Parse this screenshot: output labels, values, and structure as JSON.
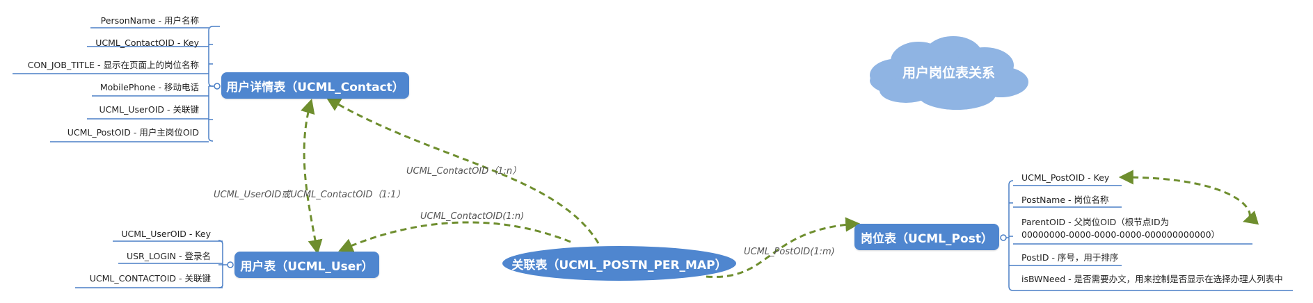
{
  "title": "用户岗位表关系",
  "nodes": {
    "contact": {
      "label": "用户详情表（UCML_Contact）",
      "fields": [
        "PersonName - 用户名称",
        "UCML_ContactOID - Key",
        "CON_JOB_TITLE - 显示在页面上的岗位名称",
        "MobilePhone - 移动电话",
        "UCML_UserOID - 关联键",
        "UCML_PostOID - 用户主岗位OID"
      ]
    },
    "user": {
      "label": "用户表（UCML_User）",
      "fields": [
        "UCML_UserOID - Key",
        "USR_LOGIN - 登录名",
        "UCML_CONTACTOID - 关联键"
      ]
    },
    "map": {
      "label": "关联表（UCML_POSTN_PER_MAP）"
    },
    "post": {
      "label": "岗位表（UCML_Post）",
      "fields": [
        "UCML_PostOID - Key",
        "PostName - 岗位名称",
        "ParentOID - 父岗位OID（根节点ID为",
        "00000000-0000-0000-0000-000000000000）",
        "PostID - 序号，用于排序",
        "isBWNeed - 是否需要办文，用来控制是否显示在选择办理人列表中"
      ]
    }
  },
  "edges": [
    {
      "label": "UCML_UserOID或UCML_ContactOID（1:1）"
    },
    {
      "label": "UCML_ContactOID（1:n）"
    },
    {
      "label": "UCML_ContactOID(1:n)"
    },
    {
      "label": "UCML_PostOID(1:m)"
    }
  ],
  "colors": {
    "node": "#4f86cf",
    "cloud": "#8fb4e3",
    "edge": "#6e8e2e",
    "line": "#4a7fc6"
  }
}
